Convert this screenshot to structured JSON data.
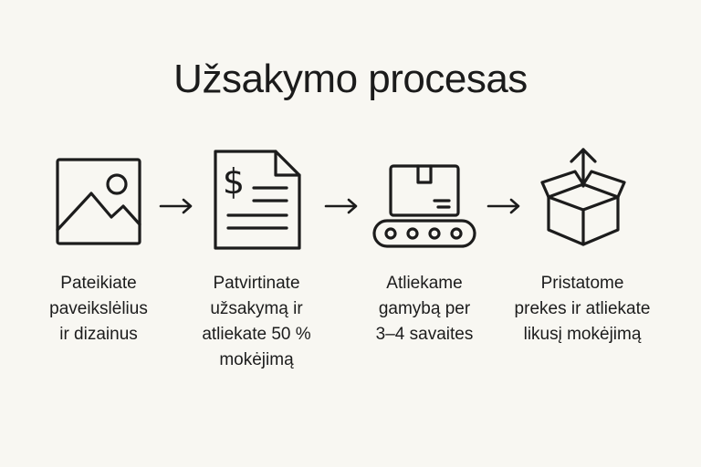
{
  "title": "Užsakymo procesas",
  "steps": [
    {
      "icon": "image-icon",
      "lines": [
        "Pateikiate",
        "paveikslėlius",
        "ir dizainus"
      ]
    },
    {
      "icon": "invoice-dollar-icon",
      "icon_text": "$",
      "lines": [
        "Patvirtinate",
        "užsakymą ir",
        "atliekate 50 %",
        "mokėjimą"
      ]
    },
    {
      "icon": "conveyor-box-icon",
      "lines": [
        "Atliekame",
        "gamybą per",
        "3–4 savaites"
      ]
    },
    {
      "icon": "open-box-arrow-icon",
      "lines": [
        "Pristatome",
        "prekes ir atliekate",
        "likusį mokėjimą"
      ]
    }
  ]
}
